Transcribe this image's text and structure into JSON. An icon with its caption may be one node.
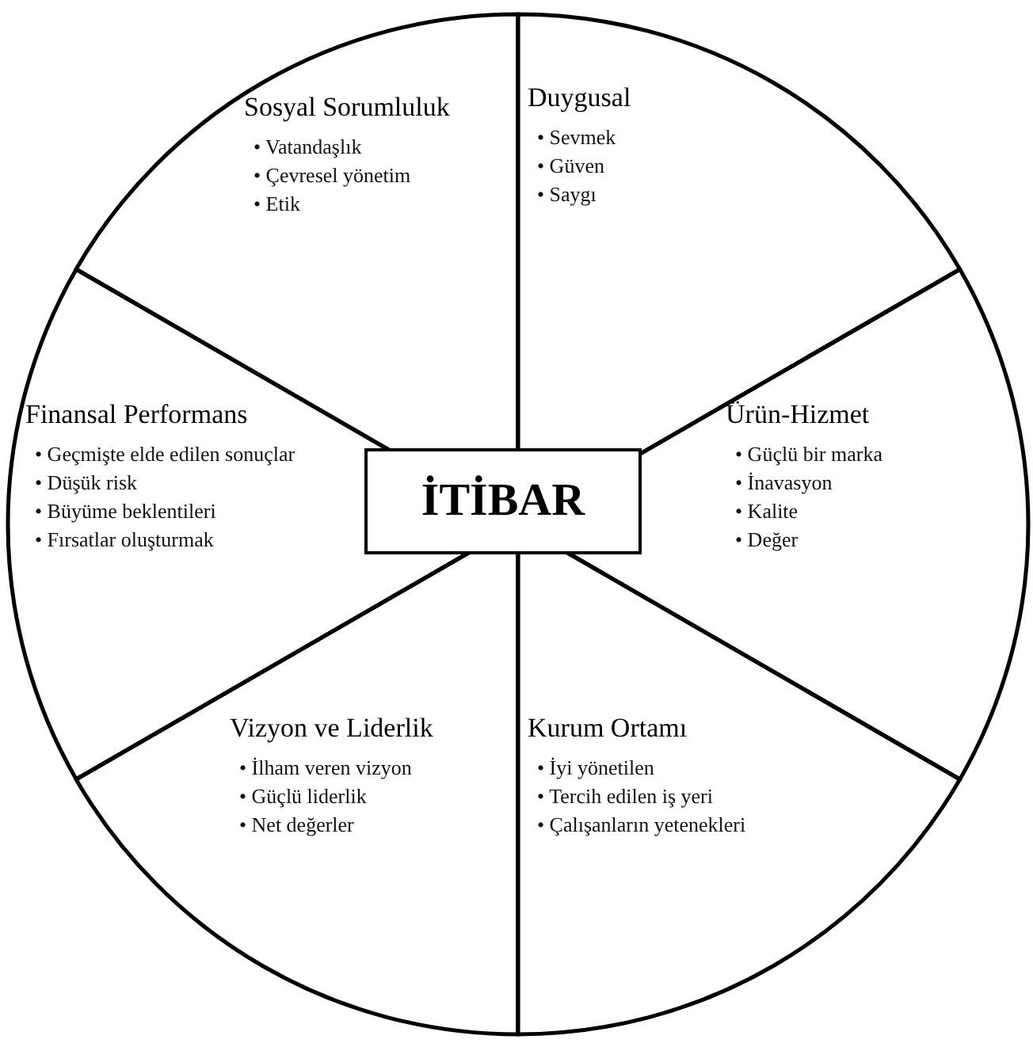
{
  "diagram": {
    "nodes": [
      {
        "text": [
          "Sosyal Sorumluluk",
          "• Vatandaşlık",
          "• Çevresel yönetim",
          "• Etik"
        ]
      },
      {
        "text": [
          "Duygusal",
          "• Sevmek",
          "• Güven",
          "• Saygı"
        ]
      },
      {
        "text": [
          "Finansal Performans",
          "• Geçmişte elde edilen sonuçlar",
          "• Düşük risk",
          "• Büyüme beklentileri",
          "• Fırsatlar oluşturmak"
        ]
      },
      {
        "text": [
          "İTİBAR"
        ]
      },
      {
        "text": [
          "Ürün-Hizmet",
          "• Güçlü bir marka",
          "• İnavasyon",
          "• Kalite",
          "• Değer"
        ]
      },
      {
        "text": [
          "Vizyon ve Liderlik",
          "• İlham veren vizyon",
          "• Güçlü liderlik",
          "• Net değerler"
        ]
      },
      {
        "text": [
          "Kurum Ortamı",
          "• İyi yönetilen",
          "• Tercih edilen iş yeri",
          "• Çalışanların yetenekleri"
        ]
      }
    ],
    "edges": []
  }
}
